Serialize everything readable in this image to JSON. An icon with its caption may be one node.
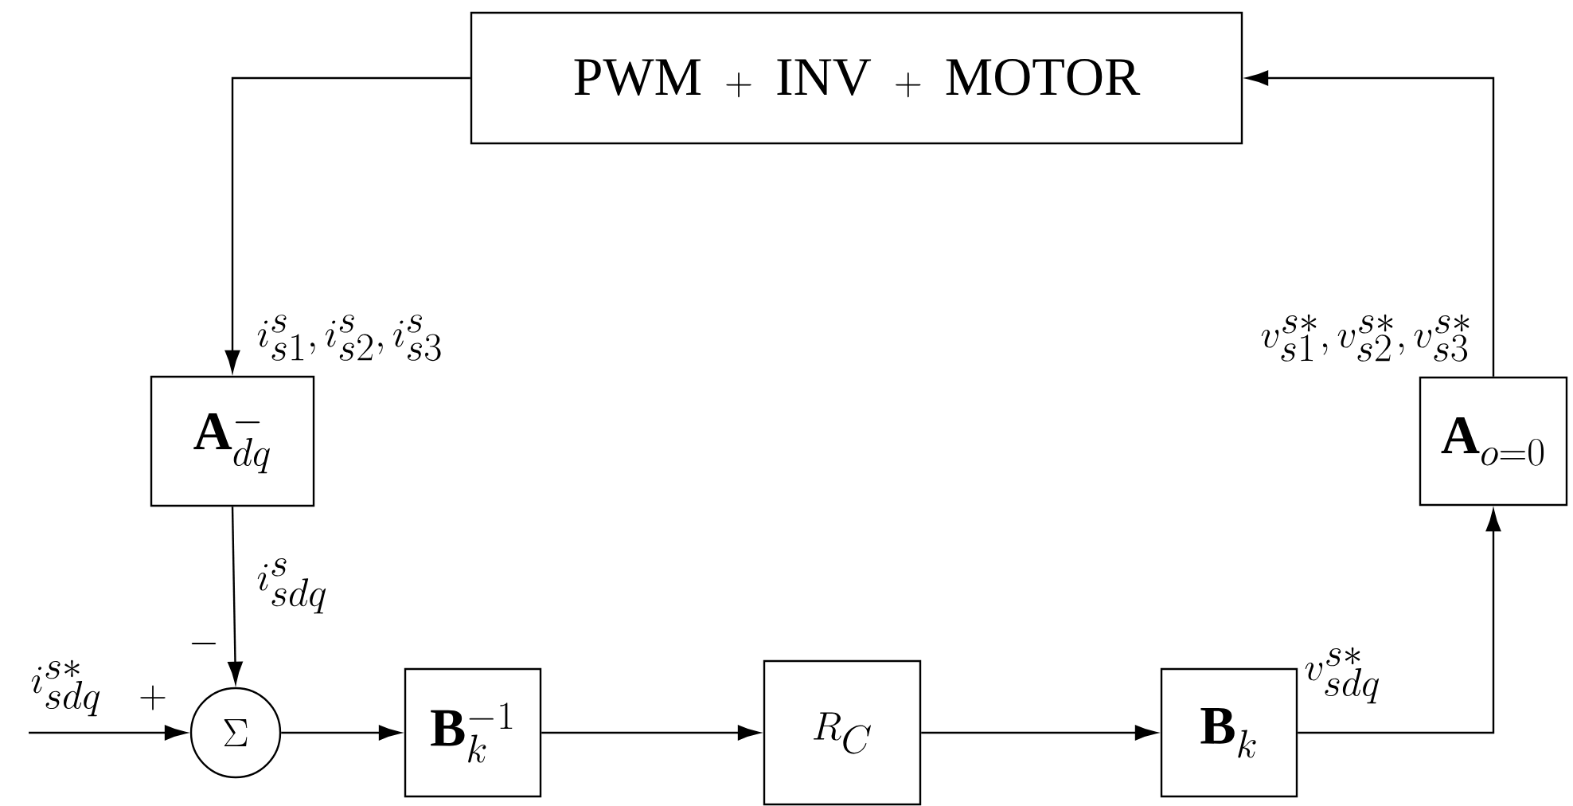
{
  "diagram": {
    "nodes": [
      {
        "text": [
          "\\mathrm{PWM\\ +\\ INV\\ +\\ MOTOR}"
        ]
      },
      {
        "text": [
          "\\mathbf{A}^{-}_{dq}"
        ]
      },
      {
        "text": [
          "\\Sigma"
        ]
      },
      {
        "text": [
          "\\mathbf{B}^{-1}_{k}"
        ]
      },
      {
        "text": [
          "R_{C}"
        ]
      },
      {
        "text": [
          "\\mathbf{B}_{k}"
        ]
      },
      {
        "text": [
          "\\mathbf{A}_{o=0}"
        ]
      }
    ],
    "edges": [
      {
        "from": 0,
        "to": 1,
        "arrow": "to",
        "label": "i^{s}_{s1},i^{s}_{s2},i^{s}_{s3}"
      },
      {
        "from": 1,
        "to": 2,
        "arrow": "to",
        "label": "i^{s}_{sdq}"
      },
      {
        "from": null,
        "to": 2,
        "arrow": "to",
        "label": "i^{s*}_{sdq}"
      },
      {
        "from": 2,
        "to": 3,
        "arrow": "to"
      },
      {
        "from": 3,
        "to": 4,
        "arrow": "to"
      },
      {
        "from": 4,
        "to": 5,
        "arrow": "to"
      },
      {
        "from": 5,
        "to": 6,
        "arrow": "to",
        "label": "v^{s*}_{sdq}"
      },
      {
        "from": 6,
        "to": 0,
        "arrow": "to",
        "label": "v^{s*}_{s1},v^{s*}_{s2},v^{s*}_{s3}"
      }
    ],
    "labels": [
      "+",
      "-"
    ]
  }
}
